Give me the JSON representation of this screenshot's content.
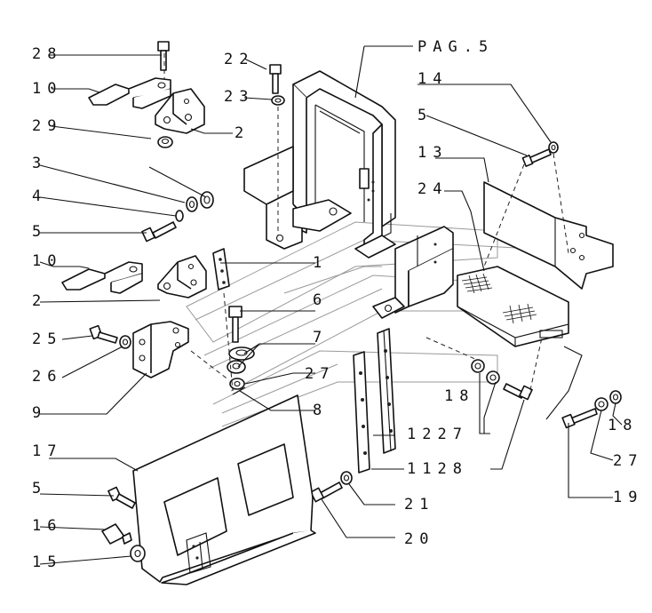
{
  "callouts": {
    "c28": "28",
    "c10a": "10",
    "c29": "29",
    "c3": "3",
    "c4": "4",
    "c5a": "5",
    "c10b": "10",
    "c2b": "2",
    "c25": "25",
    "c26": "26",
    "c9": "9",
    "c17": "17",
    "c5b": "5",
    "c16": "16",
    "c15": "15",
    "c22": "22",
    "c23": "23",
    "c2a": "2",
    "c1": "1",
    "c6": "6",
    "c7": "7",
    "c27a": "27",
    "c8": "8",
    "c1227": "1227",
    "c1128": "1128",
    "c21": "21",
    "c20": "20",
    "c18a": "18",
    "c18b": "18",
    "c27b": "27",
    "c19": "19",
    "cpag": "PAG.5",
    "c14": "14",
    "c5c": "5",
    "c13": "13",
    "c24": "24"
  }
}
